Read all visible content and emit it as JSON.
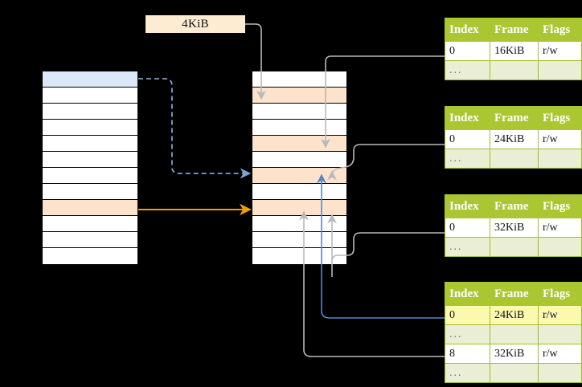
{
  "diagram": {
    "title": "",
    "size_label": {
      "text": "4KiB"
    },
    "colors": {
      "table_header_green": "#aac732",
      "table_alt_green": "#e9eed4",
      "highlight_yellow": "#fbf8b0",
      "peach": "#fde3cc",
      "blue_row": "#dbe8f9",
      "orange_arrow": "#e8a200",
      "blue_arrow": "#5b86c4",
      "gray_arrow": "#b9b9b9"
    },
    "virtual_column": {
      "name": "virtual-address-space-column",
      "row_count": 12,
      "rows": [
        {
          "index": 0,
          "fill": "blue"
        },
        {
          "index": 1,
          "fill": "white"
        },
        {
          "index": 2,
          "fill": "white"
        },
        {
          "index": 3,
          "fill": "white"
        },
        {
          "index": 4,
          "fill": "white"
        },
        {
          "index": 5,
          "fill": "white"
        },
        {
          "index": 6,
          "fill": "white"
        },
        {
          "index": 7,
          "fill": "white"
        },
        {
          "index": 8,
          "fill": "peach"
        },
        {
          "index": 9,
          "fill": "white"
        },
        {
          "index": 10,
          "fill": "white"
        },
        {
          "index": 11,
          "fill": "white"
        }
      ]
    },
    "physical_column": {
      "name": "physical-memory-column",
      "row_count": 12,
      "rows": [
        {
          "index": 0,
          "fill": "white"
        },
        {
          "index": 1,
          "fill": "peach"
        },
        {
          "index": 2,
          "fill": "white"
        },
        {
          "index": 3,
          "fill": "white"
        },
        {
          "index": 4,
          "fill": "peach"
        },
        {
          "index": 5,
          "fill": "white"
        },
        {
          "index": 6,
          "fill": "peach"
        },
        {
          "index": 7,
          "fill": "white"
        },
        {
          "index": 8,
          "fill": "peach"
        },
        {
          "index": 9,
          "fill": "white"
        },
        {
          "index": 10,
          "fill": "white"
        },
        {
          "index": 11,
          "fill": "white"
        }
      ]
    },
    "page_tables": [
      {
        "name": "page-table-level-1",
        "headers": [
          "Index",
          "Frame",
          "Flags"
        ],
        "rows": [
          {
            "cells": [
              "0",
              "16KiB",
              "r/w"
            ],
            "style": "normal",
            "highlight": false
          },
          {
            "cells": [
              "...",
              "",
              ""
            ],
            "style": "ellipsis",
            "highlight": false
          }
        ]
      },
      {
        "name": "page-table-level-2",
        "headers": [
          "Index",
          "Frame",
          "Flags"
        ],
        "rows": [
          {
            "cells": [
              "0",
              "24KiB",
              "r/w"
            ],
            "style": "normal",
            "highlight": false
          },
          {
            "cells": [
              "...",
              "",
              ""
            ],
            "style": "ellipsis",
            "highlight": false
          }
        ]
      },
      {
        "name": "page-table-level-3",
        "headers": [
          "Index",
          "Frame",
          "Flags"
        ],
        "rows": [
          {
            "cells": [
              "0",
              "32KiB",
              "r/w"
            ],
            "style": "normal",
            "highlight": false
          },
          {
            "cells": [
              "...",
              "",
              ""
            ],
            "style": "ellipsis",
            "highlight": false
          }
        ]
      },
      {
        "name": "page-table-level-4",
        "headers": [
          "Index",
          "Frame",
          "Flags"
        ],
        "rows": [
          {
            "cells": [
              "0",
              "24KiB",
              "r/w"
            ],
            "style": "normal",
            "highlight": true
          },
          {
            "cells": [
              "...",
              "",
              ""
            ],
            "style": "ellipsis",
            "highlight": false
          },
          {
            "cells": [
              "8",
              "32KiB",
              "r/w"
            ],
            "style": "normal",
            "highlight": false
          },
          {
            "cells": [
              "...",
              "",
              ""
            ],
            "style": "ellipsis",
            "highlight": false
          }
        ]
      }
    ]
  }
}
